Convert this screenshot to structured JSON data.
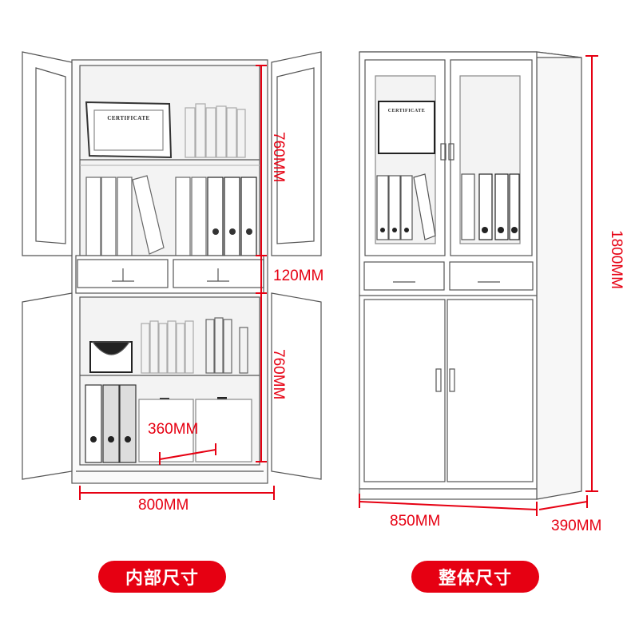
{
  "colors": {
    "accent": "#e60012",
    "line": "#555555"
  },
  "interior": {
    "upper_height": "760MM",
    "drawer_height": "120MM",
    "lower_height": "760MM",
    "depth": "360MM",
    "width": "800MM",
    "badge": "内部尺寸"
  },
  "overall": {
    "height": "1800MM",
    "width": "850MM",
    "depth": "390MM",
    "badge": "整体尺寸"
  },
  "picture_text": {
    "certificate": "CERTIFICATE"
  }
}
